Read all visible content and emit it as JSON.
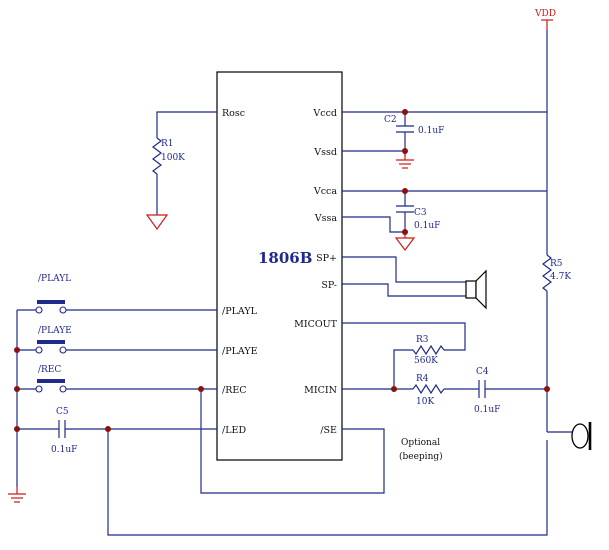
{
  "chip": {
    "name": "1806B",
    "pins_left": [
      "Rosc",
      "/PLAYL",
      "/PLAYE",
      "/REC",
      "/LED"
    ],
    "pins_right": [
      "Vccd",
      "Vssd",
      "Vcca",
      "Vssa",
      "SP+",
      "SP-",
      "MICOUT",
      "MICIN",
      "/SE"
    ]
  },
  "supply": {
    "label": "VDD"
  },
  "components": {
    "r1": {
      "ref": "R1",
      "value": "100K"
    },
    "r3": {
      "ref": "R3",
      "value": "560K"
    },
    "r4": {
      "ref": "R4",
      "value": "10K"
    },
    "r5": {
      "ref": "R5",
      "value": "4.7K"
    },
    "c2": {
      "ref": "C2",
      "value": "0.1uF"
    },
    "c3": {
      "ref": "C3",
      "value": "0.1uF"
    },
    "c4": {
      "ref": "C4",
      "value": "0.1uF"
    },
    "c5": {
      "ref": "C5",
      "value": "0.1uF"
    }
  },
  "switches": [
    "/PLAYL",
    "/PLAYE",
    "/REC"
  ],
  "note": {
    "line1": "Optional",
    "line2": "(beeping)"
  },
  "colors": {
    "wire": "#1f2a8a",
    "supply": "#d01818",
    "junction": "#8b1010"
  }
}
